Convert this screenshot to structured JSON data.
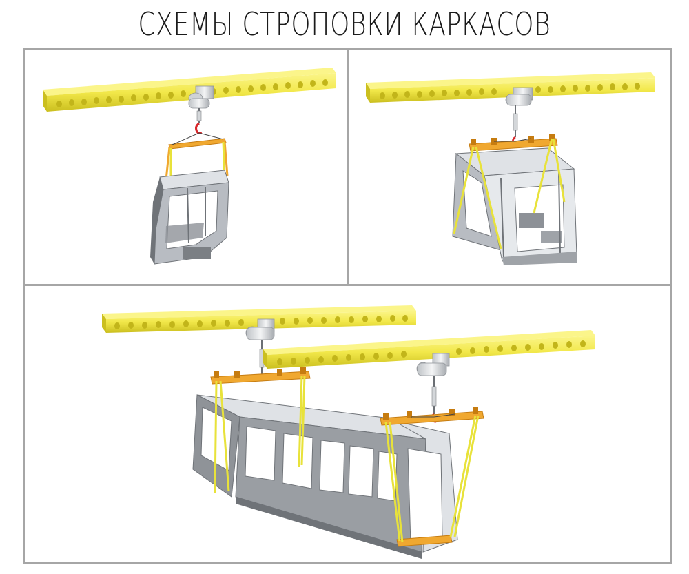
{
  "title": "СХЕМЫ СТРОПОВКИ КАРКАСОВ",
  "colors": {
    "beam": "#f2e84a",
    "beam_dark": "#cbbf1f",
    "traverse": "#f0a830",
    "traverse_dark": "#c67c10",
    "sling": "#e8e23a",
    "frame_light": "#dfe2e6",
    "frame_mid": "#b8bcc2",
    "frame_dark": "#6f7378",
    "hoist": "#e4e6e8",
    "hook": "#d8262a",
    "border": "#a6a6a6"
  },
  "panels": [
    {
      "id": "cab-frame",
      "scheme": "single-point sling of cab frame"
    },
    {
      "id": "section-frame",
      "scheme": "traverse sling of body section frame"
    },
    {
      "id": "bus-body-frame",
      "scheme": "two-crane tandem sling of full body frame"
    }
  ]
}
